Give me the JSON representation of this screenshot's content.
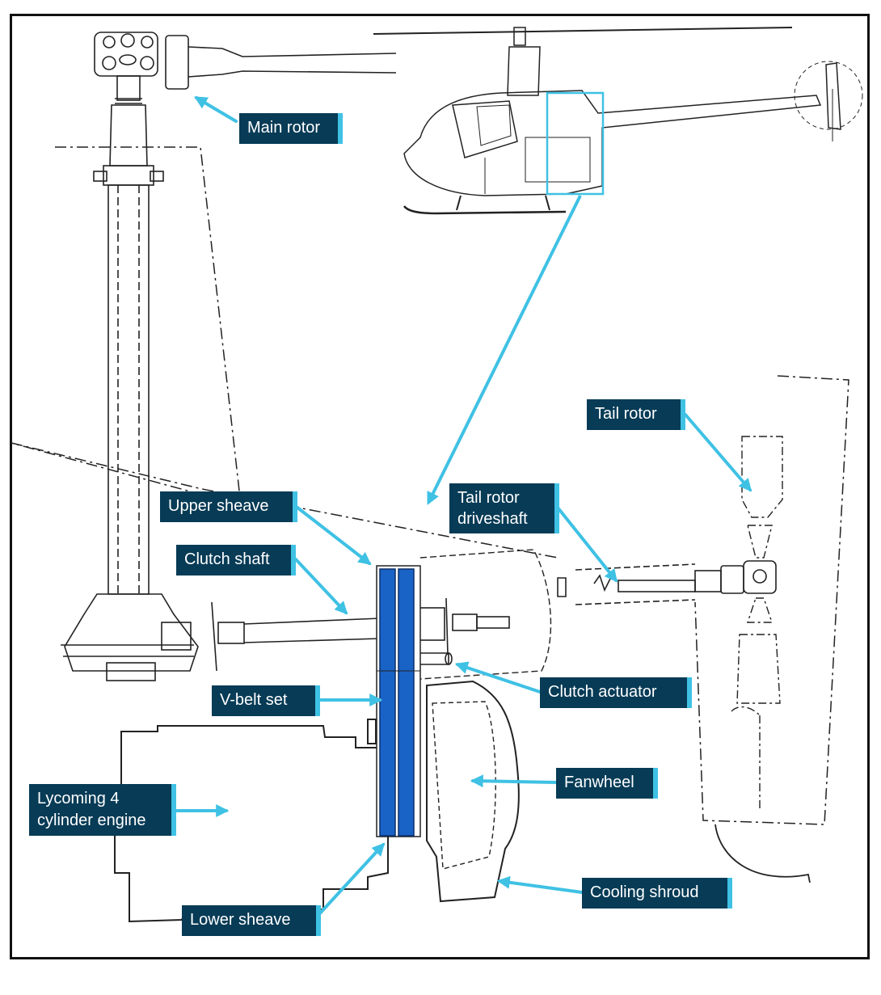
{
  "colors": {
    "label_bg": "#073b56",
    "label_text": "#ffffff",
    "accent": "#3fc1e4",
    "belt": "#1a63c6",
    "line": "#222222"
  },
  "labels": {
    "main_rotor": "Main rotor",
    "tail_rotor": "Tail rotor",
    "upper_sheave": "Upper sheave",
    "tail_rotor_driveshaft": "Tail rotor driveshaft",
    "clutch_shaft": "Clutch shaft",
    "clutch_actuator": "Clutch actuator",
    "v_belt_set": "V-belt set",
    "fanwheel": "Fanwheel",
    "engine": "Lycoming 4 cylinder engine",
    "cooling_shroud": "Cooling shroud",
    "lower_sheave": "Lower sheave"
  }
}
